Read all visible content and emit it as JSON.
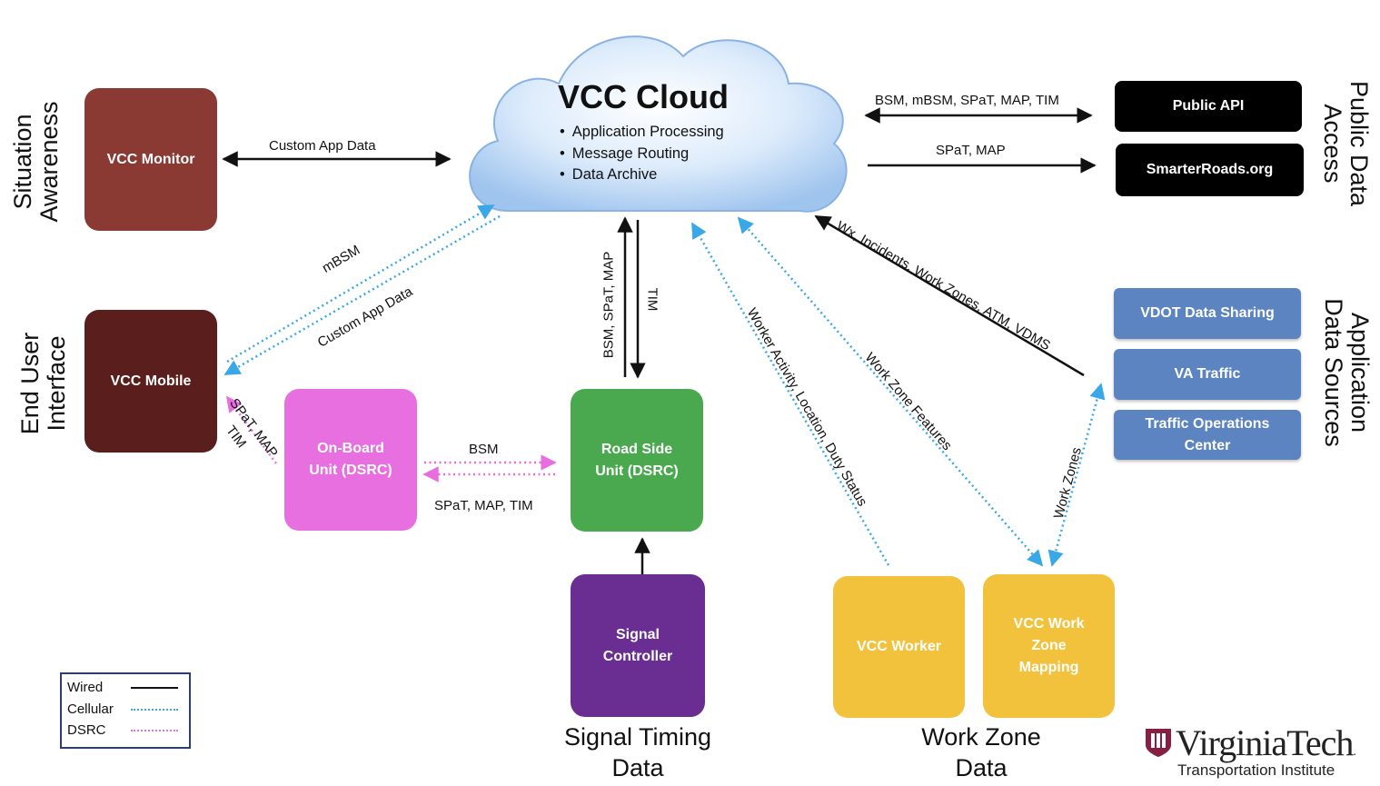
{
  "cloud": {
    "title": "VCC Cloud",
    "items": [
      "Application Processing",
      "Message Routing",
      "Data Archive"
    ]
  },
  "groups": {
    "situation_awareness": [
      "Situation",
      "Awareness"
    ],
    "end_user_interface": [
      "End User",
      "Interface"
    ],
    "public_data_access": [
      "Public Data",
      "Access"
    ],
    "application_data_sources": [
      "Application",
      "Data Sources"
    ],
    "signal_timing_data": [
      "Signal Timing",
      "Data"
    ],
    "work_zone_data": [
      "Work Zone",
      "Data"
    ]
  },
  "nodes": {
    "vcc_monitor": "VCC Monitor",
    "vcc_mobile": "VCC Mobile",
    "obu": [
      "On-Board",
      "Unit (DSRC)"
    ],
    "rsu": [
      "Road Side",
      "Unit (DSRC)"
    ],
    "signal_controller": [
      "Signal",
      "Controller"
    ],
    "vcc_worker": "VCC Worker",
    "vcc_wz_mapping": [
      "VCC Work",
      "Zone",
      "Mapping"
    ],
    "public_api": "Public API",
    "smarterroads": "SmarterRoads.org",
    "vdot": "VDOT Data Sharing",
    "va_traffic": "VA Traffic",
    "toc": [
      "Traffic Operations",
      "Center"
    ]
  },
  "link_labels": {
    "custom_app_data_monitor": "Custom App Data",
    "mbsm": "mBSM",
    "custom_app_data_mobile": "Custom App Data",
    "bsm_public": "BSM, mBSM, SPaT, MAP, TIM",
    "spat_map_public": "SPaT, MAP",
    "rsu_up": "BSM, SPaT, MAP",
    "rsu_down": "TIM",
    "worker_activity": "Worker Activity, Location, Duty Status",
    "wz_features": "Work Zone Features",
    "wx_incidents": "Wx, Incidents, Work Zones, ATM, VDMS",
    "work_zones": "Work Zones",
    "spat_map_obu": "SPaT, MAP",
    "tim_obu": "TIM",
    "bsm_dsrc": "BSM",
    "spat_map_tim_dsrc": "SPaT, MAP, TIM"
  },
  "legend": {
    "wired": "Wired",
    "cellular": "Cellular",
    "dsrc": "DSRC"
  },
  "branding": {
    "name": "VirginiaTech",
    "registered": ".",
    "subtitle": "Transportation Institute"
  },
  "colors": {
    "wired": "#111111",
    "cellular": "#3aa8e6",
    "dsrc": "#e86ee0",
    "monitor": "#8b3a33",
    "mobile": "#5a1f1c",
    "obu": "#e86fdf",
    "rsu": "#4aa84e",
    "signal_controller": "#6a2d91",
    "work_zone": "#f2c23d",
    "dark_box": "#000000",
    "blue_box": "#5b84c1"
  }
}
